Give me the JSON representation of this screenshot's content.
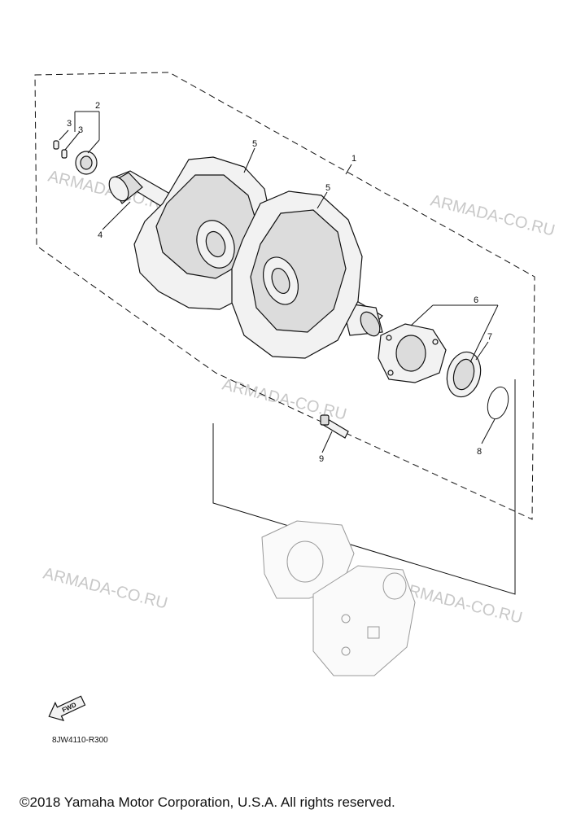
{
  "callouts": {
    "c1": "1",
    "c2": "2",
    "c3a": "3",
    "c3b": "3",
    "c4": "4",
    "c5a": "5",
    "c5b": "5",
    "c6": "6",
    "c7": "7",
    "c8": "8",
    "c9": "9"
  },
  "watermarks": {
    "w1": "ARMADA-CO.RU",
    "w2": "ARMADA-CO.RU",
    "w3": "ARMADA-CO.RU",
    "w4": "ARMADA-CO.RU",
    "w5": "ARMADA-CO.RU"
  },
  "fwd_label": "FWD",
  "diagram_code": "8JW4110-R300",
  "copyright": "©2018 Yamaha Motor Corporation, U.S.A. All rights reserved."
}
